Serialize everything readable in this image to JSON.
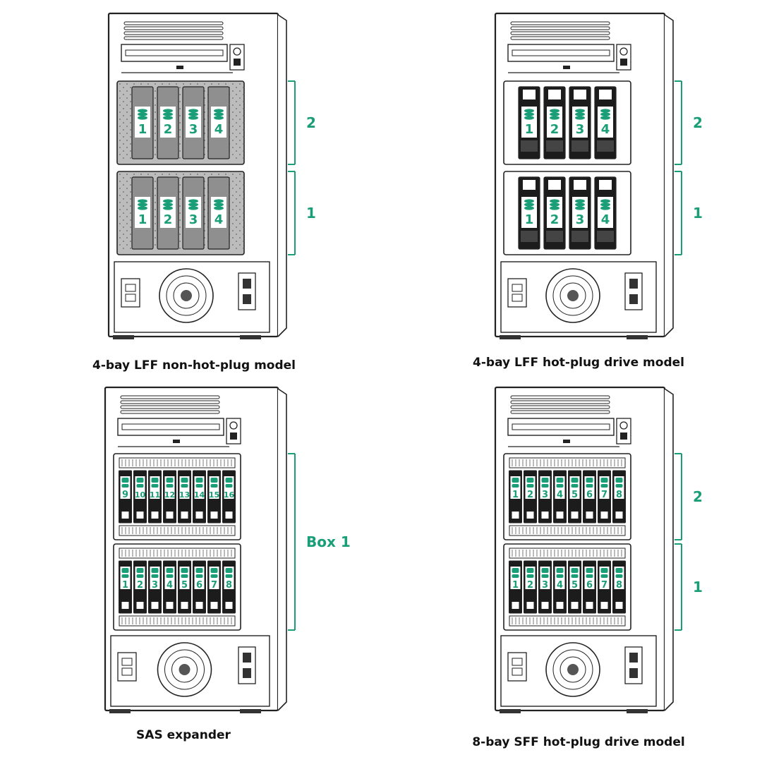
{
  "colors": {
    "accent": "#1a9e77",
    "line": "#222222",
    "cage": "#bcbcbc",
    "caddy": "#1c1c1c"
  },
  "panels": [
    {
      "id": "lff-nonhotplug",
      "caption": "4-bay LFF non-hot-plug model",
      "style": "lff-nhp",
      "boxes": [
        {
          "label": "2",
          "bays": [
            "1",
            "2",
            "3",
            "4"
          ]
        },
        {
          "label": "1",
          "bays": [
            "1",
            "2",
            "3",
            "4"
          ]
        }
      ],
      "bracket_mode": "per-box"
    },
    {
      "id": "lff-hotplug",
      "caption": "4-bay LFF hot-plug drive model",
      "style": "lff-hp",
      "boxes": [
        {
          "label": "2",
          "bays": [
            "1",
            "2",
            "3",
            "4"
          ]
        },
        {
          "label": "1",
          "bays": [
            "1",
            "2",
            "3",
            "4"
          ]
        }
      ],
      "bracket_mode": "per-box"
    },
    {
      "id": "sas-expander",
      "caption": "SAS expander",
      "style": "sff",
      "boxes": [
        {
          "label": "",
          "bays": [
            "9",
            "10",
            "11",
            "12",
            "13",
            "14",
            "15",
            "16"
          ]
        },
        {
          "label": "",
          "bays": [
            "1",
            "2",
            "3",
            "4",
            "5",
            "6",
            "7",
            "8"
          ]
        }
      ],
      "bracket_mode": "single",
      "bracket_label": "Box 1"
    },
    {
      "id": "sff-hotplug",
      "caption": "8-bay SFF hot-plug drive model",
      "style": "sff",
      "boxes": [
        {
          "label": "2",
          "bays": [
            "1",
            "2",
            "3",
            "4",
            "5",
            "6",
            "7",
            "8"
          ]
        },
        {
          "label": "1",
          "bays": [
            "1",
            "2",
            "3",
            "4",
            "5",
            "6",
            "7",
            "8"
          ]
        }
      ],
      "bracket_mode": "per-box"
    }
  ]
}
